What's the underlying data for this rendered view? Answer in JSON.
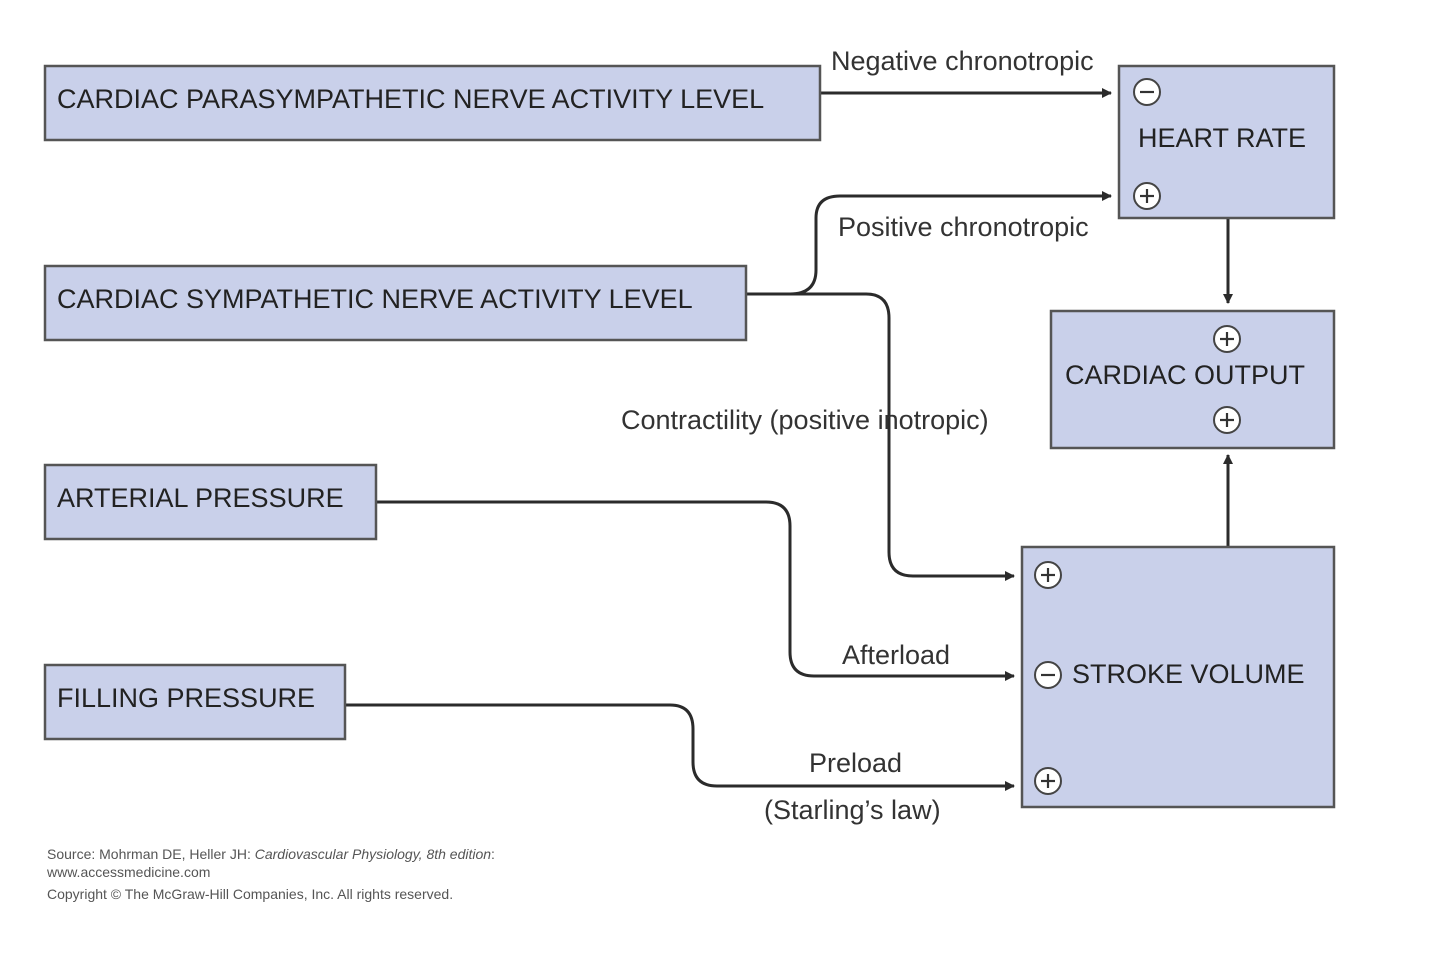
{
  "boxes": {
    "parasympathetic": "CARDIAC PARASYMPATHETIC NERVE ACTIVITY LEVEL",
    "sympathetic": "CARDIAC SYMPATHETIC NERVE ACTIVITY LEVEL",
    "arterial": "ARTERIAL PRESSURE",
    "filling": "FILLING PRESSURE",
    "heart_rate": "HEART RATE",
    "cardiac_output": "CARDIAC OUTPUT",
    "stroke_volume": "STROKE VOLUME"
  },
  "labels": {
    "neg_chrono": "Negative chronotropic",
    "pos_chrono": "Positive chronotropic",
    "contractility": "Contractility (positive inotropic)",
    "afterload": "Afterload",
    "preload": "Preload",
    "starling": "(Starling’s law)"
  },
  "signs": {
    "hr_top": "-",
    "hr_bottom": "+",
    "co_top": "+",
    "co_bottom": "+",
    "sv_top": "+",
    "sv_middle": "-",
    "sv_bottom": "+"
  },
  "footer": {
    "source_prefix": "Source: Mohrman DE, Heller JH: ",
    "source_title": "Cardiovascular Physiology, 8th edition",
    "source_suffix": ":",
    "url": "www.accessmedicine.com",
    "copyright": "Copyright © The McGraw-Hill Companies, Inc. All rights reserved."
  },
  "colors": {
    "box_fill": "#c9d0ea",
    "box_stroke": "#555555",
    "line": "#2b2b2b"
  }
}
